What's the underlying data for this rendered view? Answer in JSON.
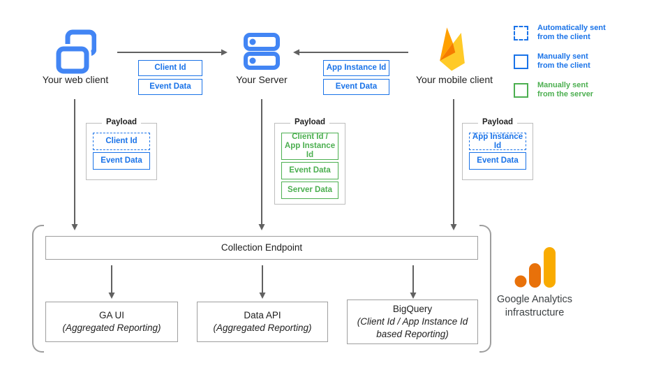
{
  "colors": {
    "blue": "#1a73e8",
    "icon_blue": "#4285f4",
    "green": "#4caf50",
    "gray_border": "#9e9e9e",
    "arrow_gray": "#616161",
    "text_dark": "#212121",
    "firebase_amber": "#FFA000",
    "firebase_orange": "#F57C00",
    "firebase_yellow": "#FFCA28",
    "ga_orange": "#E8710A",
    "ga_amber": "#F9AB00"
  },
  "clients": {
    "web": "Your web client",
    "server": "Your Server",
    "mobile": "Your mobile client"
  },
  "flow_web_to_server": [
    "Client Id",
    "Event Data"
  ],
  "flow_mobile_to_server": [
    "App Instance Id",
    "Event Data"
  ],
  "payload_title": "Payload",
  "payload_web": [
    "Client Id",
    "Event Data"
  ],
  "payload_server": [
    "Client Id / App Instance Id",
    "Event Data",
    "Server Data"
  ],
  "payload_mobile": [
    "App Instance Id",
    "Event Data"
  ],
  "legend": [
    {
      "line1": "Automatically sent",
      "line2": "from the client"
    },
    {
      "line1": "Manually sent",
      "line2": "from the client"
    },
    {
      "line1": "Manually sent",
      "line2": "from the server"
    }
  ],
  "infrastructure": {
    "endpoint": "Collection Endpoint",
    "outputs": [
      {
        "title": "GA UI",
        "subtitle": "(Aggregated Reporting)"
      },
      {
        "title": "Data API",
        "subtitle": "(Aggregated Reporting)"
      },
      {
        "title": "BigQuery",
        "subtitle": "(Client Id / App Instance Id based Reporting)"
      }
    ],
    "brand_line1": "Google Analytics",
    "brand_line2": "infrastructure"
  }
}
